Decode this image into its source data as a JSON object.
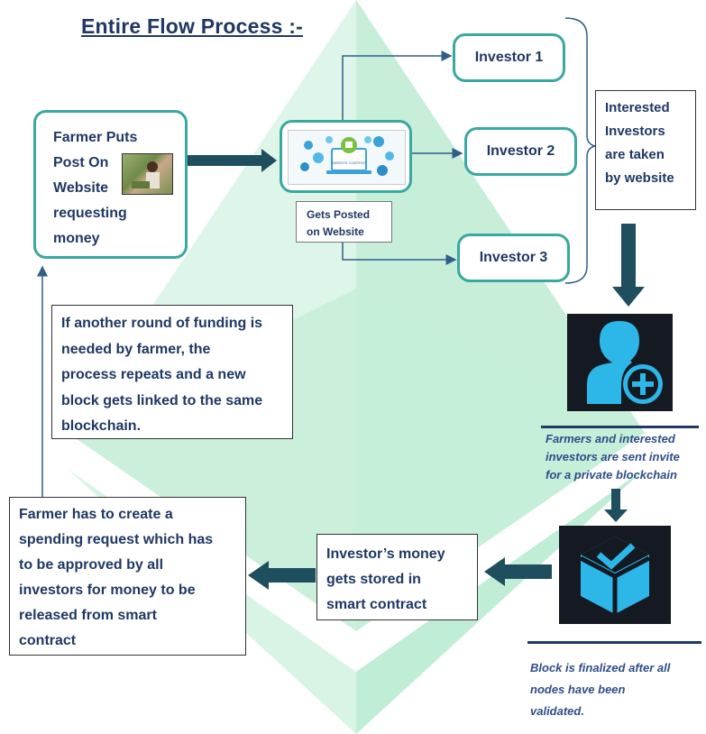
{
  "title": "Entire Flow Process :-",
  "farmer_box": {
    "lines": [
      "Farmer Puts",
      "Post On",
      "Website",
      "requesting",
      "money"
    ],
    "photo_icon": "farmer-photo"
  },
  "website": {
    "icon": "website-content-icon"
  },
  "posted_label": [
    "Gets Posted",
    "on Website"
  ],
  "investors": [
    "Investor 1",
    "Investor 2",
    "Investor 3"
  ],
  "interested_box": [
    "Interested",
    "Investors",
    "are taken",
    "by website"
  ],
  "invite_note": [
    "Farmers and interested",
    "investors are sent invite",
    "for a private blockchain"
  ],
  "finalized_note": [
    "Block is finalized after all",
    "nodes have been",
    "validated."
  ],
  "stored_box": [
    "Investor’s money",
    "gets stored in",
    "smart contract"
  ],
  "spend_box": [
    "Farmer has to create a",
    "spending request which has",
    "to be approved by all",
    "investors for money to be",
    "released from smart",
    "contract"
  ],
  "repeat_box": [
    "If another round of funding is",
    "needed by farmer, the",
    "process repeats and a new",
    "block gets linked to the same",
    "blockchain."
  ],
  "colors": {
    "text": "#1f3864",
    "teal_border": "#3aa8a0",
    "arrow_dark": "#1f4e5f",
    "watermark_green": "#c8efd9",
    "icon_blue": "#2db6e8",
    "tile_dark": "#151a22"
  }
}
